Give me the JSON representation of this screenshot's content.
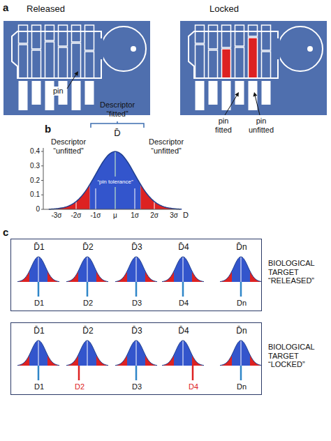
{
  "diagram": {
    "nodes": [
      {
        "text": [
          "D̄1",
          "D̄2",
          "D̄3",
          "D̄4",
          "D̄n",
          "D1",
          "D2",
          "D3",
          "D4",
          "Dn",
          "BIOLOGICAL TARGET “RELEASED”"
        ]
      },
      {
        "text": [
          "D̄1",
          "D̄2",
          "D̄3",
          "D̄4",
          "D̄n",
          "D1",
          "D2",
          "D3",
          "D4",
          "Dn",
          "BIOLOGICAL TARGET “LOCKED”"
        ]
      }
    ],
    "labels": [
      "a",
      "Released",
      "Locked",
      "pin",
      "pin fitted",
      "pin unfitted",
      "b",
      "Descriptor “fitted”",
      "D̄",
      "Descriptor “unfitted”",
      "Descriptor “unfitted”",
      "“pin tolerance”",
      "0.4",
      "0.3",
      "0.2",
      "0.1",
      "0",
      "-3σ",
      "-2σ",
      "-1σ",
      "μ",
      "1σ",
      "2σ",
      "3σ",
      "D",
      "c"
    ]
  }
}
